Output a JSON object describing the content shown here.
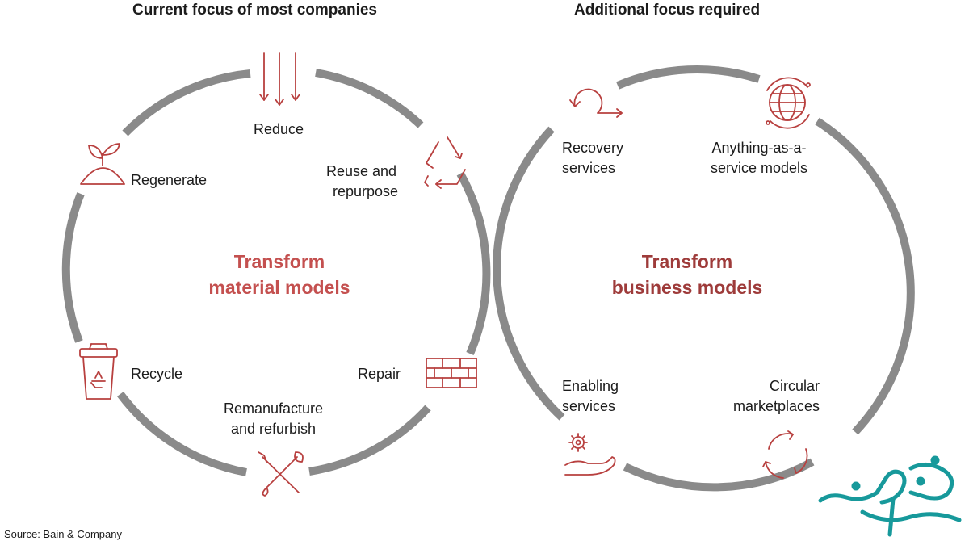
{
  "headers": {
    "left": "Current focus of most companies",
    "right": "Additional focus required"
  },
  "left_circle": {
    "center_line1": "Transform",
    "center_line2": "material models",
    "items": {
      "reduce": "Reduce",
      "regenerate": "Regenerate",
      "reuse_line1": "Reuse and",
      "reuse_line2": "repurpose",
      "recycle": "Recycle",
      "repair": "Repair",
      "reman_line1": "Remanufacture",
      "reman_line2": "and refurbish"
    }
  },
  "right_circle": {
    "center_line1": "Transform",
    "center_line2": "business models",
    "items": {
      "recovery_line1": "Recovery",
      "recovery_line2": "services",
      "anything_line1": "Anything-as-a-",
      "anything_line2": "service models",
      "enabling_line1": "Enabling",
      "enabling_line2": "services",
      "circular_line1": "Circular",
      "circular_line2": "marketplaces"
    }
  },
  "source": "Source: Bain & Company",
  "watermark": "صفحه اقتصاد",
  "colors": {
    "ring": "#8a8a8a",
    "icon": "#b8403f",
    "accent_left": "#c4504f",
    "accent_right": "#9e3b3a",
    "watermark": "#17999b"
  }
}
